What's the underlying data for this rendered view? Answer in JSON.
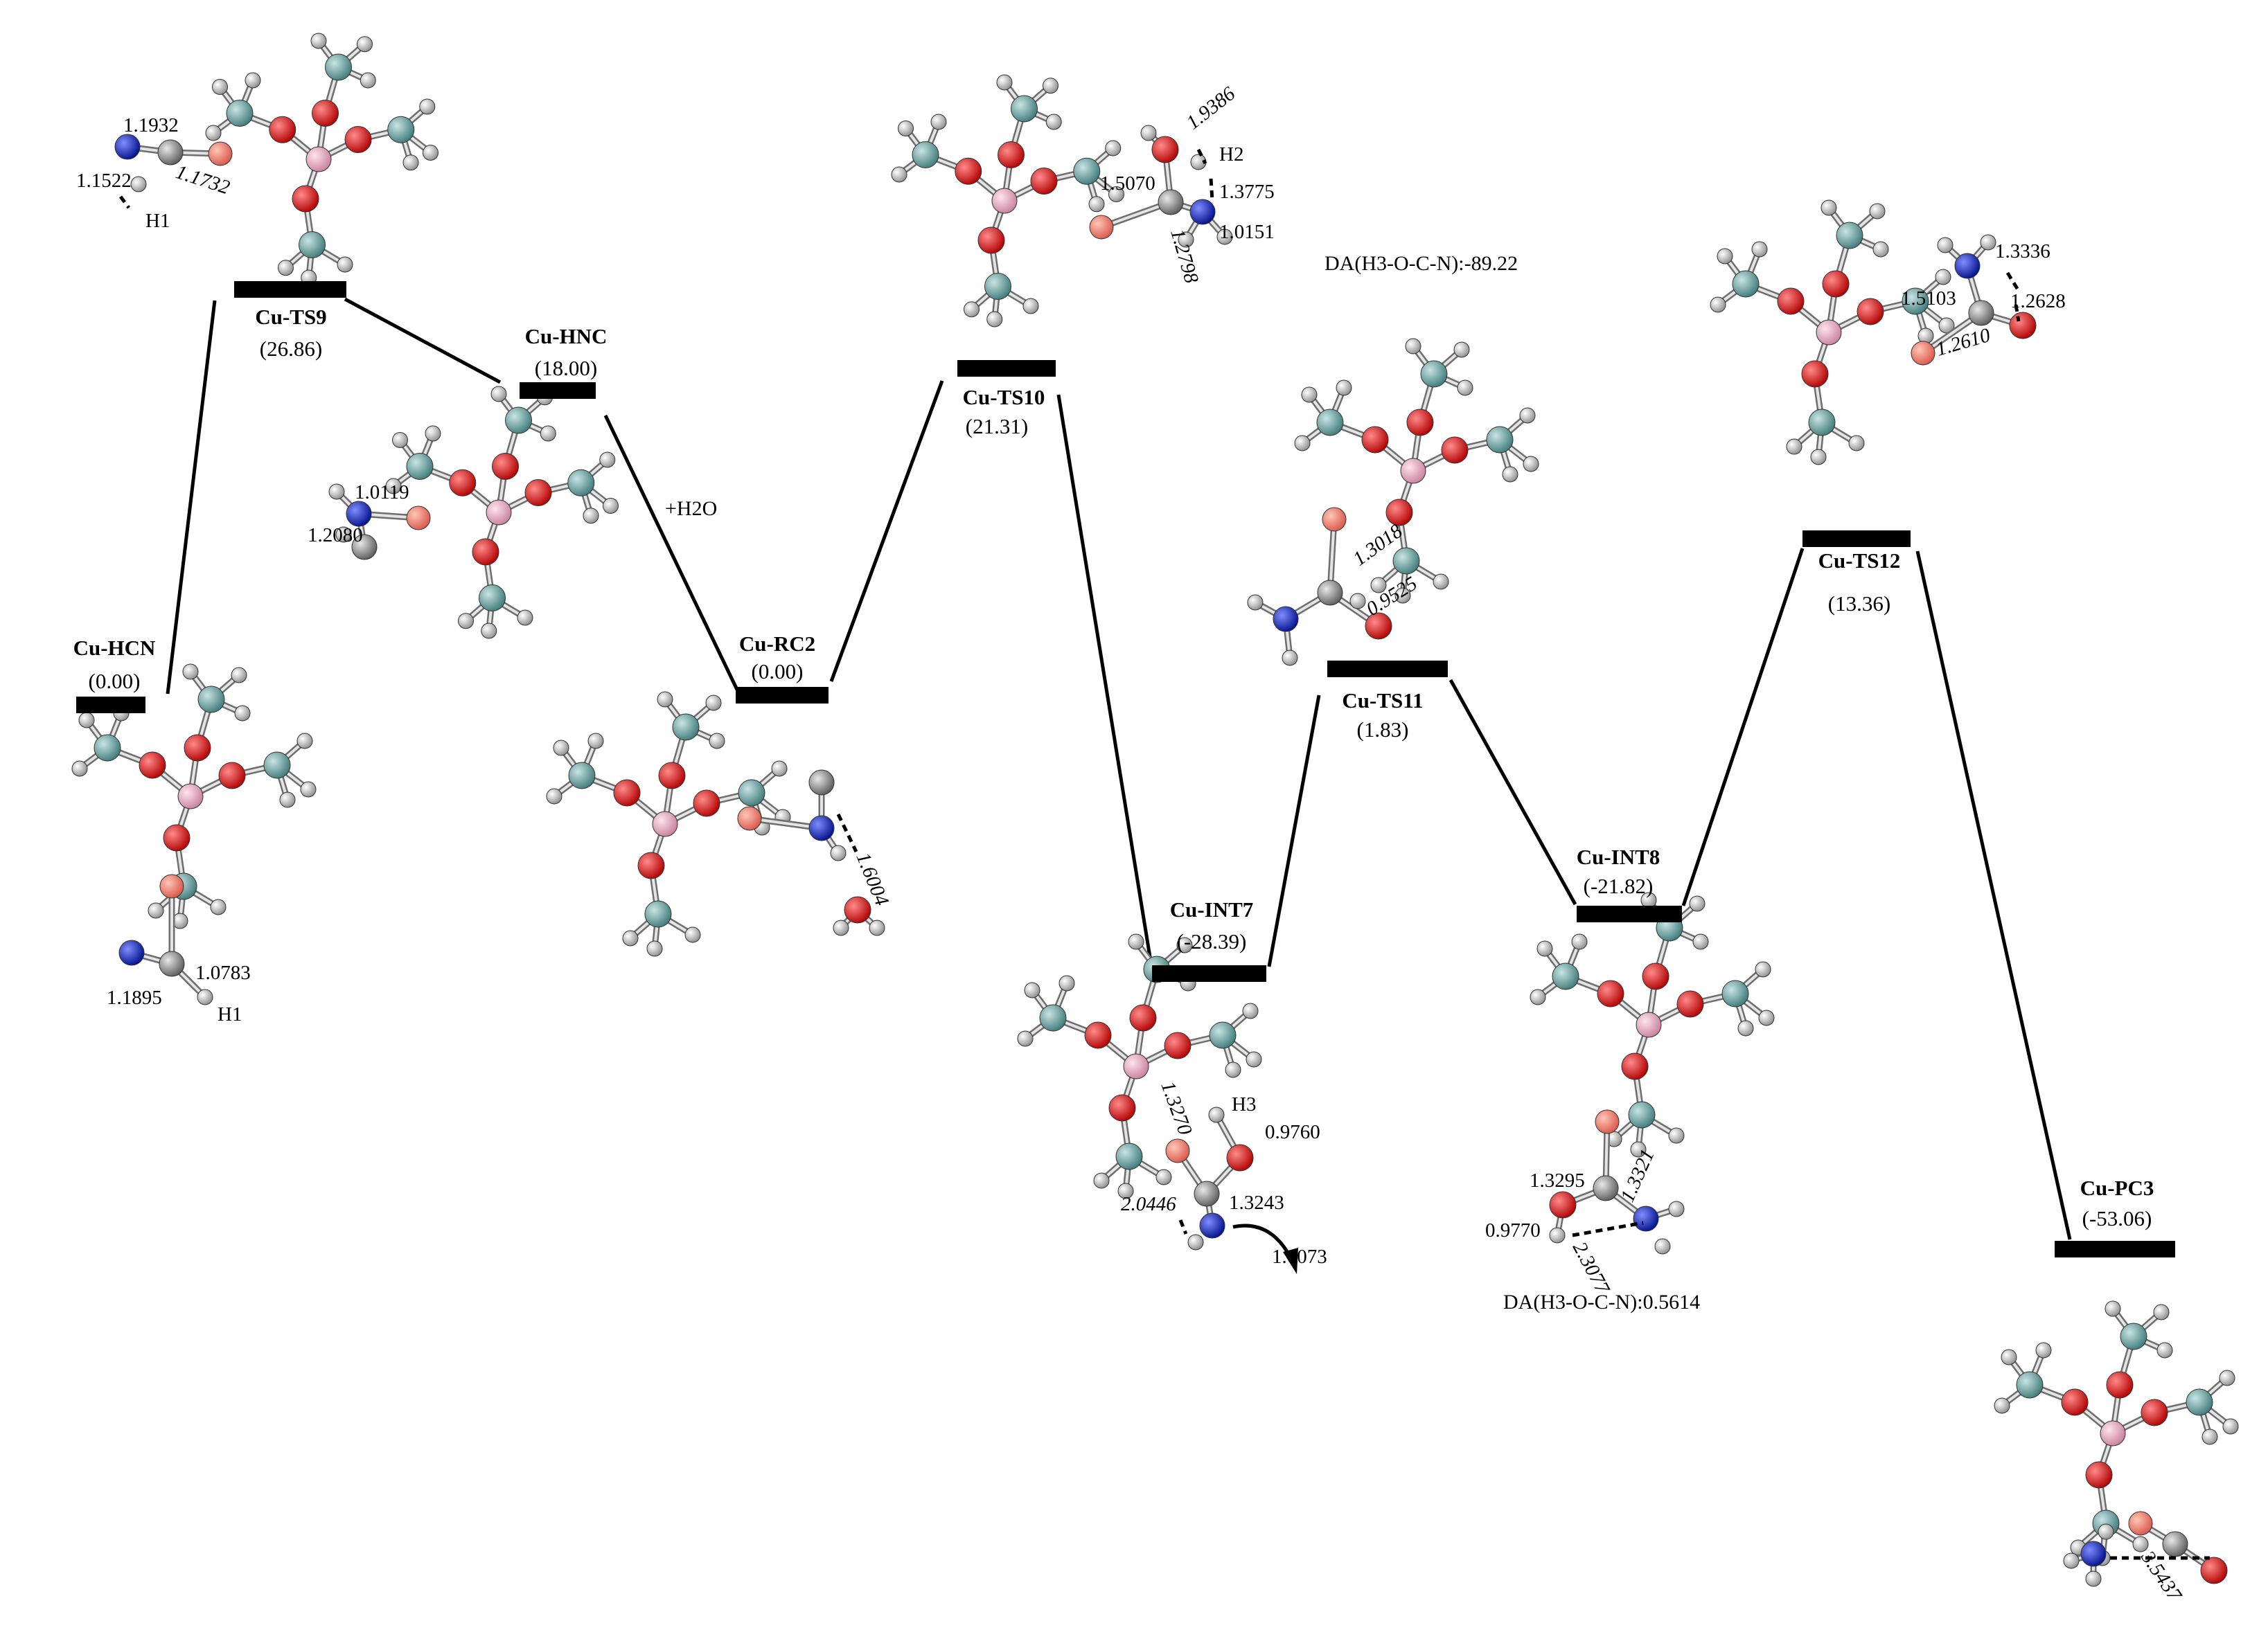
{
  "levels": [
    {
      "id": "cu-hcn",
      "name": "Cu-HCN",
      "energy": "(0.00)"
    },
    {
      "id": "cu-ts9",
      "name": "Cu-TS9",
      "energy": "(26.86)"
    },
    {
      "id": "cu-hnc",
      "name": "Cu-HNC",
      "energy": "(18.00)"
    },
    {
      "id": "cu-rc2",
      "name": "Cu-RC2",
      "energy": "(0.00)"
    },
    {
      "id": "cu-ts10",
      "name": "Cu-TS10",
      "energy": "(21.31)"
    },
    {
      "id": "cu-int7",
      "name": "Cu-INT7",
      "energy": "(-28.39)"
    },
    {
      "id": "cu-ts11",
      "name": "Cu-TS11",
      "energy": "(1.83)"
    },
    {
      "id": "cu-int8",
      "name": "Cu-INT8",
      "energy": "(-21.82)"
    },
    {
      "id": "cu-ts12",
      "name": "Cu-TS12",
      "energy": "(13.36)"
    },
    {
      "id": "cu-pc3",
      "name": "Cu-PC3",
      "energy": "(-53.06)"
    }
  ],
  "step_note": "+H2O",
  "dihedral_notes": [
    "DA(H3-O-C-N):-89.22",
    "DA(H3-O-C-N):0.5614"
  ],
  "geometry_labels": [
    "1.1932",
    "1.1522",
    "1.1732",
    "H1",
    "1.0783",
    "1.1895",
    "H1",
    "1.0119",
    "1.2080",
    "1.6004",
    "1.9386",
    "H2",
    "1.5070",
    "1.3775",
    "1.0151",
    "1.2798",
    "1.3270",
    "H3",
    "0.9760",
    "2.0446",
    "1.3243",
    "1.0073",
    "1.3018",
    "0.9525",
    "1.3295",
    "1.3321",
    "0.9770",
    "2.3077",
    "1.3336",
    "1.5103",
    "1.2628",
    "1.2610",
    "3.5437"
  ],
  "atom_colors": {
    "carbon": "#5f9a9a",
    "oxygen": "#e0171a",
    "hydrogen": "#d6d6d6",
    "nitrogen": "#0d1fd4",
    "copper": "#e8849a",
    "boron_like": "#e9a8bd",
    "c_gray": "#9a9a9a",
    "cu_site": "#f07868"
  }
}
